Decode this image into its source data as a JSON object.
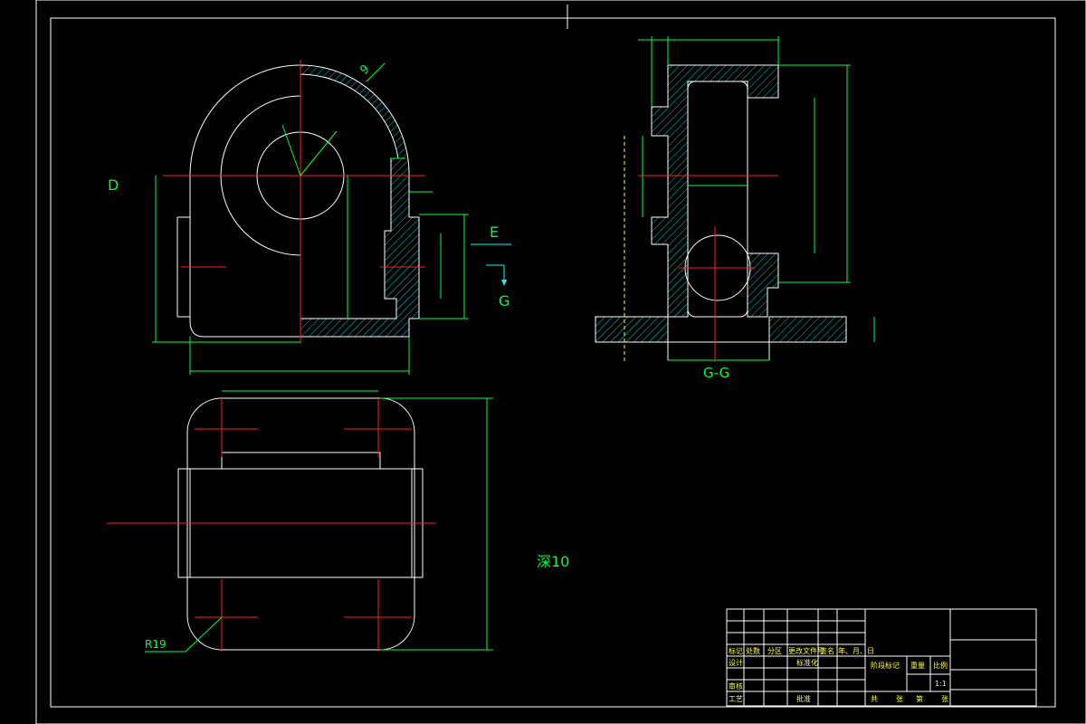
{
  "drawing": {
    "view_labels": {
      "D": "D",
      "E": "E",
      "G": "G",
      "section": "G-G"
    },
    "notes": {
      "depth": "深10",
      "radius": "R19"
    },
    "angle_mark": "9"
  },
  "title_block": {
    "row_labels": [
      "标记",
      "处数",
      "分区",
      "更改文件号",
      "签名",
      "年、月、日"
    ],
    "design": "设计",
    "standardization": "标准化",
    "review": "审核",
    "process": "工艺",
    "approve": "批准",
    "stage_mark": "阶段标记",
    "weight": "重量",
    "scale": "比例",
    "scale_value": "1:1",
    "sheets_total": "共",
    "sheet": "张",
    "sheet_no": "第",
    "sheet_end": "张"
  },
  "colors": {
    "background": "#000000",
    "outline": "#ffffff",
    "centerline": "#ff2020",
    "dimension": "#00ff40",
    "hatch": "#00ffff",
    "titleblock_text": "#ffff40"
  }
}
